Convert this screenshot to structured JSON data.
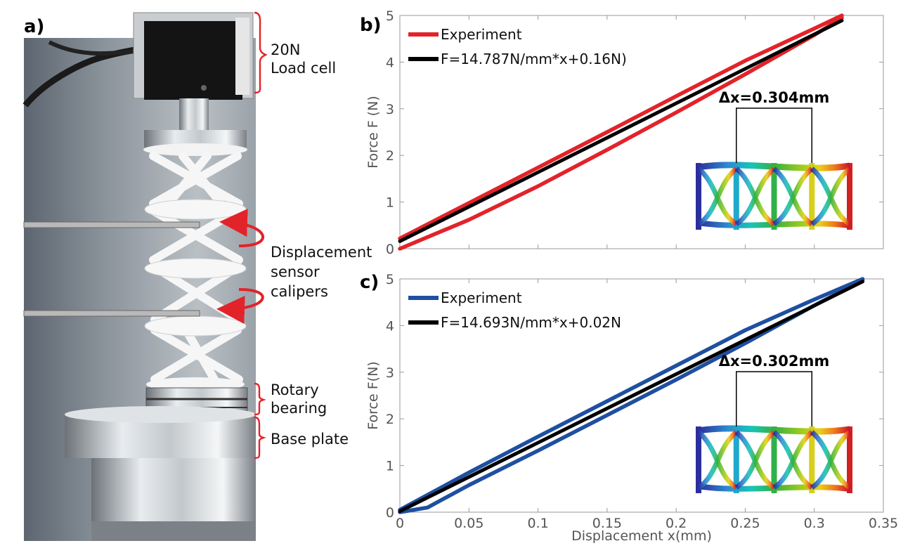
{
  "panel_a": {
    "label": "a)",
    "callouts": [
      {
        "lines": [
          "20N",
          "Load cell"
        ]
      },
      {
        "lines": [
          "Displacement",
          "sensor",
          "calipers"
        ]
      },
      {
        "lines": [
          "Rotary",
          "bearing"
        ]
      },
      {
        "lines": [
          "Base plate"
        ]
      }
    ]
  },
  "chart_data": [
    {
      "type": "line",
      "panel_label": "b)",
      "xlabel": "",
      "ylabel": "Force F (N)",
      "xlim": [
        0,
        0.35
      ],
      "ylim": [
        0,
        5
      ],
      "x_ticks": [],
      "y_ticks": [
        "0",
        "1",
        "2",
        "3",
        "4",
        "5"
      ],
      "grid": false,
      "legend_position": "top-left",
      "series": [
        {
          "name": "Experiment",
          "color": "#e2232a",
          "kind": "hysteresis-loading",
          "x": [
            0.0,
            0.05,
            0.1,
            0.15,
            0.2,
            0.25,
            0.3,
            0.32
          ],
          "y": [
            0.22,
            0.98,
            1.74,
            2.5,
            3.27,
            4.03,
            4.72,
            5.0
          ]
        },
        {
          "name": "",
          "color": "#e2232a",
          "kind": "hysteresis-unloading",
          "x": [
            0.32,
            0.3,
            0.25,
            0.2,
            0.15,
            0.1,
            0.05,
            0.0
          ],
          "y": [
            4.95,
            4.58,
            3.74,
            2.92,
            2.12,
            1.34,
            0.62,
            0.0
          ]
        },
        {
          "name": "F=14.787N/mm*x+0.16N)",
          "color": "#000000",
          "kind": "fit",
          "slope": 14.787,
          "intercept": 0.16,
          "x_range": [
            0,
            0.32
          ]
        }
      ],
      "annotation": {
        "text": "Δx=0.304mm"
      }
    },
    {
      "type": "line",
      "panel_label": "c)",
      "xlabel": "Displacement x(mm)",
      "ylabel": "Force F(N)",
      "xlim": [
        0,
        0.35
      ],
      "ylim": [
        0,
        5
      ],
      "x_ticks": [
        "0",
        "0.05",
        "0.1",
        "0.15",
        "0.2",
        "0.25",
        "0.3",
        "0.35"
      ],
      "y_ticks": [
        "0",
        "1",
        "2",
        "3",
        "4",
        "5"
      ],
      "grid": false,
      "legend_position": "top-left",
      "series": [
        {
          "name": "Experiment",
          "color": "#1f4fa0",
          "kind": "hysteresis-loading",
          "x": [
            0.0,
            0.05,
            0.1,
            0.15,
            0.2,
            0.25,
            0.3,
            0.335
          ],
          "y": [
            0.05,
            0.85,
            1.62,
            2.38,
            3.14,
            3.9,
            4.56,
            5.0
          ]
        },
        {
          "name": "",
          "color": "#1f4fa0",
          "kind": "hysteresis-unloading",
          "x": [
            0.335,
            0.3,
            0.25,
            0.2,
            0.15,
            0.1,
            0.05,
            0.02,
            0.0
          ],
          "y": [
            4.97,
            4.43,
            3.62,
            2.84,
            2.08,
            1.32,
            0.58,
            0.1,
            0.0
          ]
        },
        {
          "name": "F=14.693N/mm*x+0.02N",
          "color": "#000000",
          "kind": "fit",
          "slope": 14.693,
          "intercept": 0.02,
          "x_range": [
            0,
            0.335
          ]
        }
      ],
      "annotation": {
        "text": "Δx=0.302mm"
      }
    }
  ]
}
